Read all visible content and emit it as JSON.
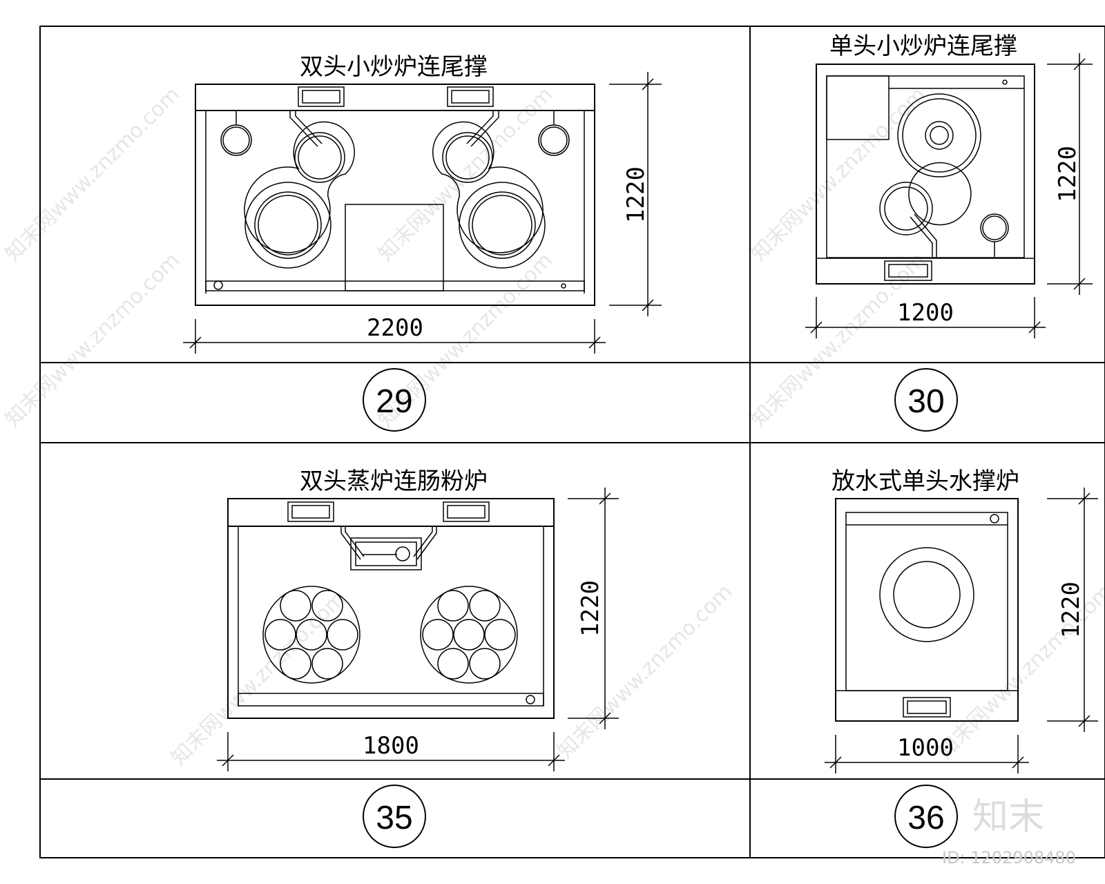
{
  "panels": [
    {
      "title": "双头小炒炉连尾撑",
      "width_dim": "2200",
      "height_dim": "1220",
      "number": "29"
    },
    {
      "title": "单头小炒炉连尾撑",
      "width_dim": "1200",
      "height_dim": "1220",
      "number": "30"
    },
    {
      "title": "双头蒸炉连肠粉炉",
      "width_dim": "1800",
      "height_dim": "1220",
      "number": "35"
    },
    {
      "title": "放水式单头水撑炉",
      "width_dim": "1000",
      "height_dim": "1220",
      "number": "36"
    }
  ],
  "watermark": {
    "text": "知末网www.znzmo.com",
    "brand": "知末",
    "id": "ID: 1202908480"
  }
}
